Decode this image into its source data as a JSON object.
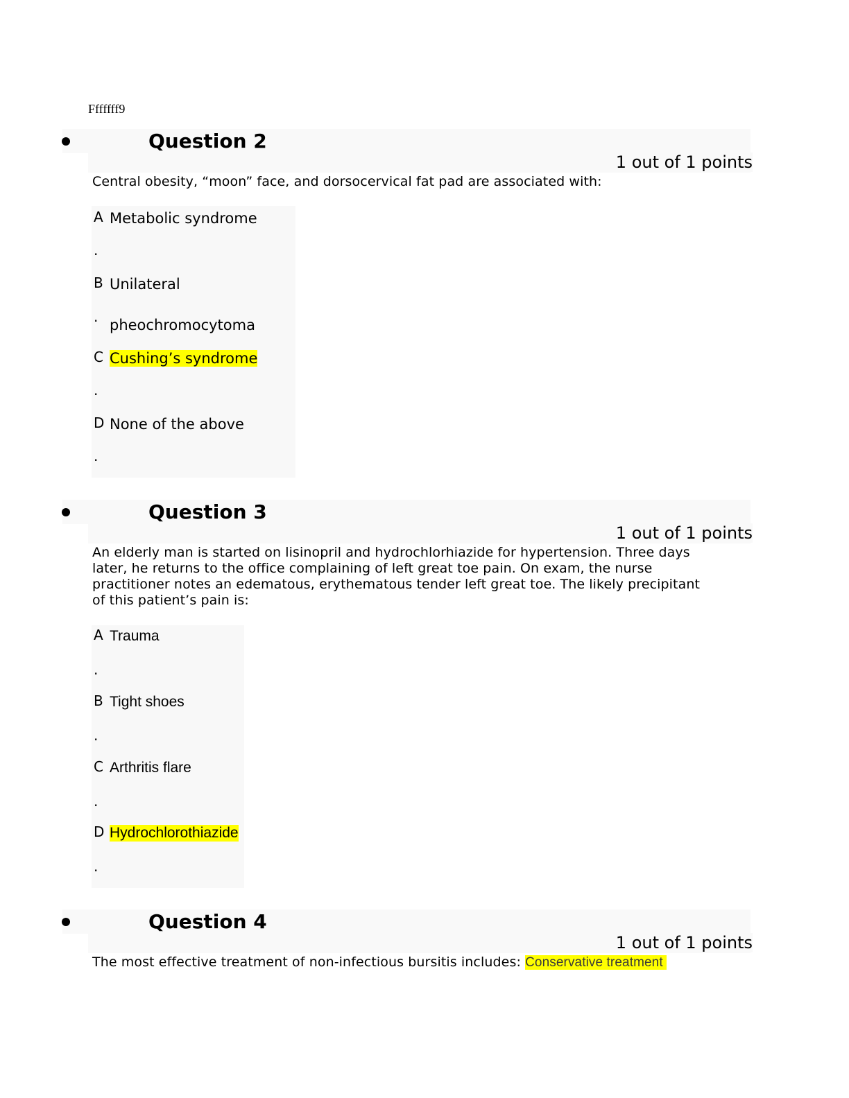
{
  "document": {
    "label": "Fffffff9",
    "highlight_color": "#ffff00",
    "header_bg": "#f9f9f9"
  },
  "questions": [
    {
      "title": "Question 2",
      "points": "1 out of 1 points",
      "text": "Central obesity, “moon” face, and dorsocervical fat pad are associated with:",
      "options": [
        {
          "letter": "A",
          "text": "Metabolic syndrome",
          "selected": false
        },
        {
          "letter": "B",
          "text": "Unilateral",
          "text2": "pheochromocytoma",
          "selected": false
        },
        {
          "letter": "C",
          "text": "Cushing’s syndrome",
          "selected": true
        },
        {
          "letter": "D",
          "text": "None of the above",
          "selected": false
        }
      ]
    },
    {
      "title": "Question 3",
      "points": "1 out of 1 points",
      "text": "An elderly man is started on lisinopril and hydrochlorhiazide for hypertension. Three days later, he returns to the office complaining of left great toe pain. On exam, the nurse practitioner notes an edematous, erythematous tender left great toe. The likely precipitant of this patient’s pain is:",
      "options": [
        {
          "letter": "A",
          "text": "Trauma",
          "selected": false
        },
        {
          "letter": "B",
          "text": "Tight shoes",
          "selected": false
        },
        {
          "letter": "C",
          "text": "Arthritis flare",
          "selected": false
        },
        {
          "letter": "D",
          "text": "Hydrochlorothiazide",
          "selected": true
        }
      ]
    },
    {
      "title": "Question 4",
      "points": "1 out of 1 points",
      "text": "The most effective treatment of non-infectious bursitis includes:",
      "answer": "Conservative treatment"
    }
  ],
  "option_separator": "."
}
